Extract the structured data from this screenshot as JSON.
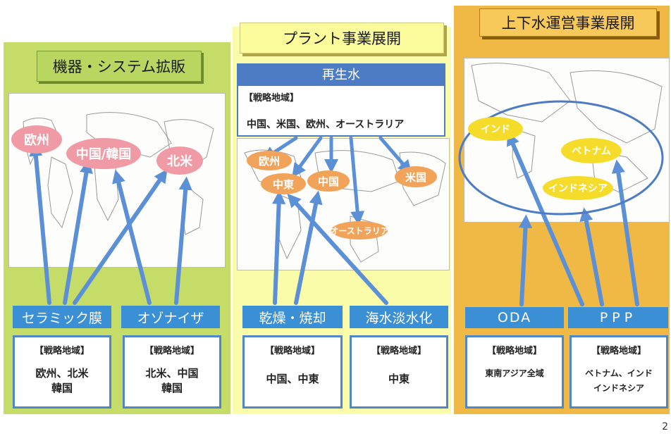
{
  "panels": {
    "equipment": {
      "title": "機器・システム拡販",
      "regions": [
        "欧州",
        "中国/韓国",
        "北米"
      ],
      "buttons": [
        "セラミック膜",
        "オゾナイザ"
      ],
      "boxes": [
        {
          "heading": "【戦略地域】",
          "content_line1": "欧州、北米",
          "content_line2": "韓国"
        },
        {
          "heading": "【戦略地域】",
          "content_line1": "北米、中国",
          "content_line2": "韓国"
        }
      ]
    },
    "plant": {
      "title": "プラント事業展開",
      "regen": {
        "title": "再生水",
        "heading": "【戦略地域】",
        "content": "中国、米国、欧州、オーストラリア"
      },
      "regions": [
        "欧州",
        "中東",
        "中国",
        "米国",
        "オーストラリア"
      ],
      "buttons": [
        "乾燥・焼却",
        "海水淡水化"
      ],
      "boxes": [
        {
          "heading": "【戦略地域】",
          "content": "中国、中東"
        },
        {
          "heading": "【戦略地域】",
          "content": "中東"
        }
      ]
    },
    "water": {
      "title": "上下水運営事業展開",
      "regions": [
        "インド",
        "ベトナム",
        "インドネシア"
      ],
      "buttons": [
        "ODA",
        "PPP"
      ],
      "boxes": [
        {
          "heading": "【戦略地域】",
          "content": "東南アジア全域"
        },
        {
          "heading": "【戦略地域】",
          "content_line1": "ベトナム、インド",
          "content_line2": "インドネシア"
        }
      ]
    }
  },
  "page_number": "2",
  "colors": {
    "green_panel": "#c6dc69",
    "yellow_panel": "#fafcaa",
    "orange_panel": "#f0b845",
    "button_blue": "#3b8fd4",
    "arrow_blue": "#5b8fd6",
    "pink_region": "#ef9aa4",
    "orange_region": "#f1a35a",
    "yellow_region": "#f6dc2a"
  }
}
